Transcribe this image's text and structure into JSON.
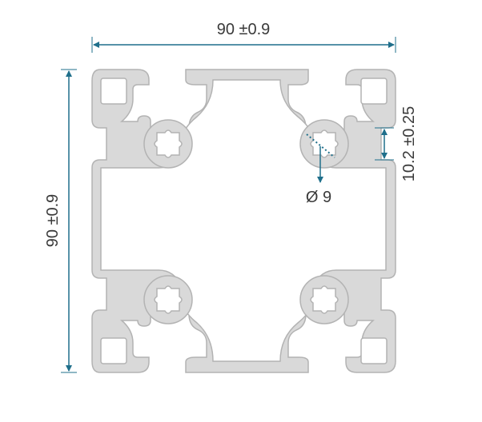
{
  "dimensions": {
    "width_label": "90 ±0.9",
    "height_label": "90 ±0.9",
    "slot_label": "10.2 ±0.25",
    "bore_label": "Ø 9"
  },
  "colors": {
    "profile_fill": "#d9d9d9",
    "profile_stroke": "#b3b3b3",
    "dimension_line": "#1f6f8b",
    "text": "#3a3a3a"
  }
}
